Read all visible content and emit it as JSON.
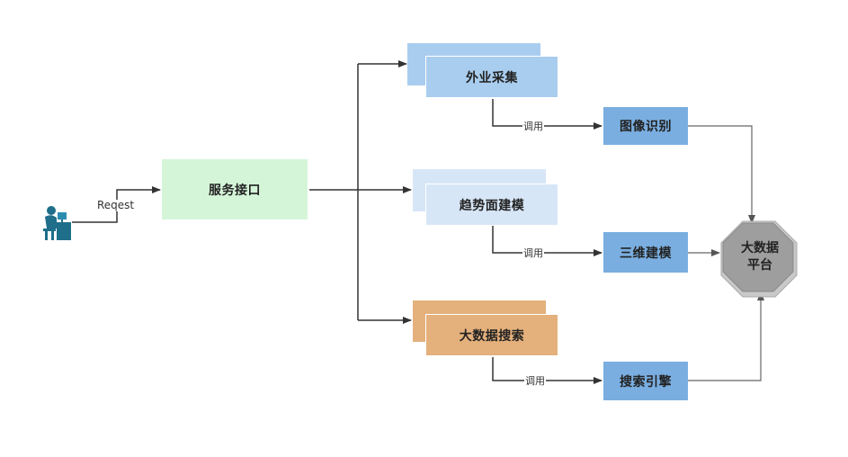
{
  "colors": {
    "green": "#d5f5d9",
    "blue_light": "#a9cdef",
    "blue_pale": "#d7e6f7",
    "orange": "#e4b07c",
    "blue_mid": "#7aaee0",
    "gray": "#9a9a9a",
    "line": "#333333",
    "user": "#1f6f8b"
  },
  "user": {
    "icon": "user-at-desk-icon"
  },
  "request_label": "Reqest",
  "service": {
    "label": "服务接口"
  },
  "branches": [
    {
      "label": "外业采集",
      "call_label": "调用",
      "target": "图像识别"
    },
    {
      "label": "趋势面建模",
      "call_label": "调用",
      "target": "三维建模"
    },
    {
      "label": "大数据搜索",
      "call_label": "调用",
      "target": "搜索引擎"
    }
  ],
  "platform": {
    "line1": "大数据",
    "line2": "平台"
  }
}
